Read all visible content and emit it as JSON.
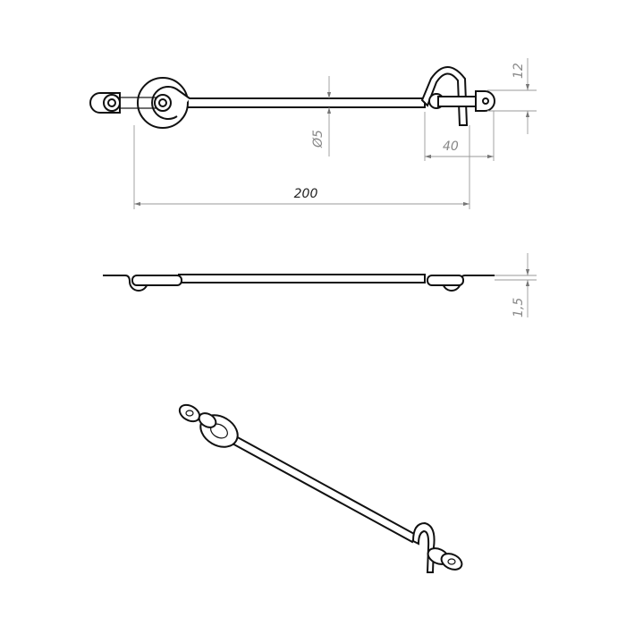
{
  "title": "Window hook technical drawing",
  "views": {
    "top": {
      "dimensions": {
        "overall_length": "200",
        "rod_diameter": "Ø5",
        "hook_length": "40",
        "plate_width": "12"
      }
    },
    "side": {
      "dimensions": {
        "plate_thickness": "1,5"
      }
    },
    "isometric": {}
  }
}
